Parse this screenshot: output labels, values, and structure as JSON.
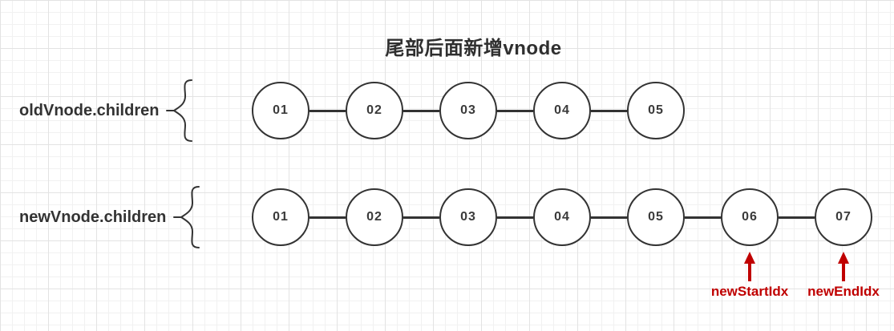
{
  "title": "尾部后面新增vnode",
  "rows": [
    {
      "label": "oldVnode.children",
      "nodes": [
        "01",
        "02",
        "03",
        "04",
        "05"
      ]
    },
    {
      "label": "newVnode.children",
      "nodes": [
        "01",
        "02",
        "03",
        "04",
        "05",
        "06",
        "07"
      ]
    }
  ],
  "pointers": [
    {
      "label": "newStartIdx",
      "points_to": "06"
    },
    {
      "label": "newEndIdx",
      "points_to": "07"
    }
  ],
  "colors": {
    "node_stroke": "#333333",
    "text": "#333333",
    "pointer_red": "#c00000"
  }
}
